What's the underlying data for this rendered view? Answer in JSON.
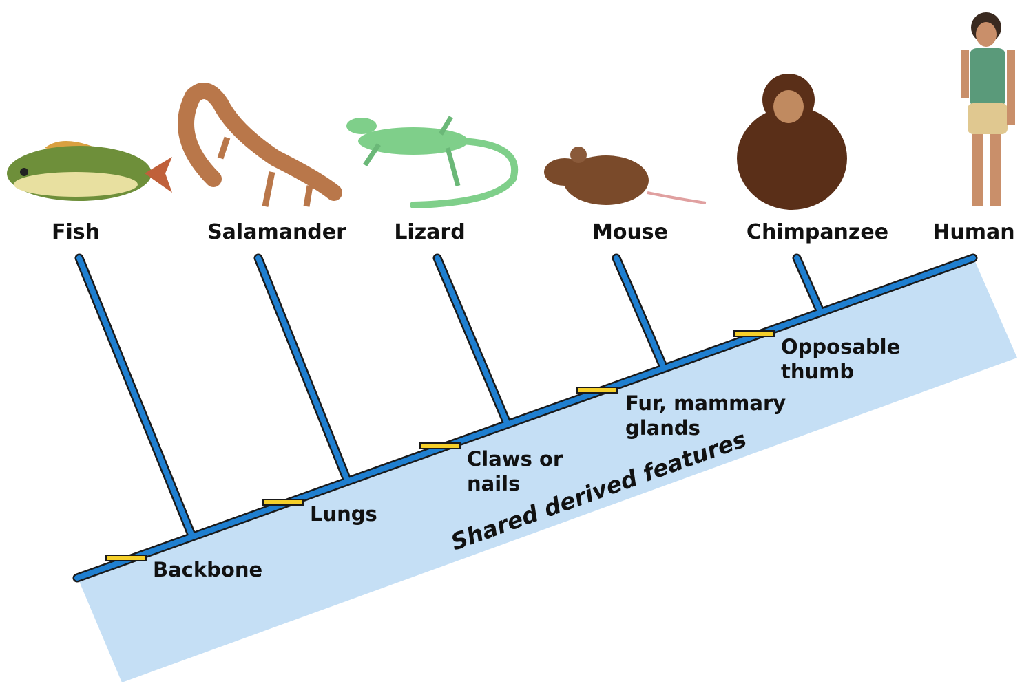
{
  "species": [
    {
      "name": "Fish",
      "color": "#6e8f3a"
    },
    {
      "name": "Salamander",
      "color": "#b9774a"
    },
    {
      "name": "Lizard",
      "color": "#7fcf8a"
    },
    {
      "name": "Mouse",
      "color": "#7a4a2a"
    },
    {
      "name": "Chimpanzee",
      "color": "#5a2f18"
    },
    {
      "name": "Human",
      "color": "#c98f6a"
    }
  ],
  "features": [
    {
      "lines": [
        "Backbone"
      ]
    },
    {
      "lines": [
        "Lungs"
      ]
    },
    {
      "lines": [
        "Claws or",
        "nails"
      ]
    },
    {
      "lines": [
        "Fur, mammary",
        "glands"
      ]
    },
    {
      "lines": [
        "Opposable",
        "thumb"
      ]
    }
  ],
  "band_label": "Shared derived features",
  "colors": {
    "branch": "#1f7fd0",
    "band": "#c5dff5",
    "marker": "#f5cf2a"
  }
}
